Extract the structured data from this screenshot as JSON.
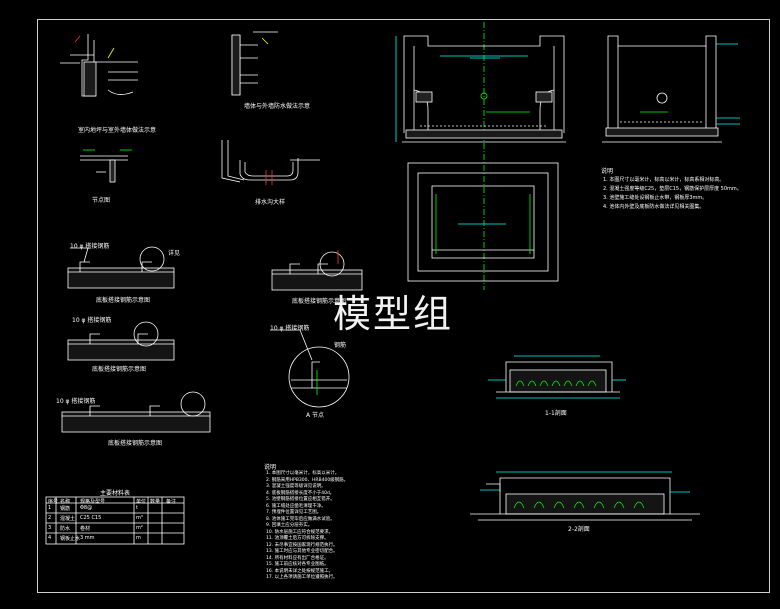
{
  "watermark": "模型组",
  "labels": {
    "wall_detail": "室内地坪与室外墙体做法示意",
    "wall_detail2": "墙体与外墙防水做法示意",
    "detail_plan": "节点图",
    "drain": "排水沟大样",
    "bar1": "10 φ 搭接钢筋",
    "bar1_tag": "详见",
    "bar2": "10 φ 搭接钢筋",
    "bar3": "10 φ 搭接钢筋",
    "sec1": "底板搭接钢筋示意图",
    "sec2": "底板搭接钢筋示意图",
    "sec3": "底板搭接钢筋示意图",
    "sec4": "底板搭接钢筋示意图",
    "circle_title": "A 节点",
    "circle_bar": "10 φ 搭接钢筋",
    "circle_tag": "钢筋",
    "notes_title": "说明",
    "left_notes_title": "说明",
    "table_title": "主要材料表",
    "elev_label": "1-1剖面",
    "sect_label": "2-2剖面"
  },
  "table": {
    "headers": [
      "序号",
      "名称",
      "规格及型号",
      "单位",
      "数量",
      "备注"
    ],
    "rows": [
      [
        "1",
        "钢筋",
        "Φ8@",
        "t",
        "",
        ""
      ],
      [
        "2",
        "混凝土",
        "C25 C15",
        "m³",
        "",
        ""
      ],
      [
        "3",
        "防水",
        "卷材",
        "m²",
        "",
        ""
      ],
      [
        "4",
        "钢板止水",
        "3 mm",
        "m",
        "",
        ""
      ]
    ]
  },
  "right_notes": [
    "1. 本图尺寸以毫米计，标高以米计，标高系相对标高。",
    "2. 混凝土强度等级C25，垫层C15，钢筋保护层厚度 50mm。",
    "3. 池壁施工缝处设钢板止水带，钢板厚3mm。",
    "4. 池体内外壁及底板防水做法详见相关图集。"
  ],
  "left_notes": [
    "1. 本图尺寸以毫米计，标高以米计。",
    "2. 钢筋采用HPB300、HRB400级钢筋。",
    "3. 混凝土强度等级详见说明。",
    "4. 底板钢筋搭接长度不小于40d。",
    "5. 池壁钢筋搭接位置应相互错开。",
    "6. 施工缝处应凿毛清理干净。",
    "7. 预埋件位置详见工艺图。",
    "8. 池体施工完毕后应做满水试验。",
    "9. 回填土应分层夯实。",
    "10. 防水层施工应符合规范要求。",
    "11. 池顶覆土后方可拆除支撑。",
    "12. 未尽事宜按国家现行规范执行。",
    "13. 施工时应与其他专业密切配合。",
    "14. 所有材料应有出厂合格证。",
    "15. 施工前应核对各专业图纸。",
    "16. 本说明未详之处按规范施工。",
    "17. 以上各项请施工单位遵照执行。"
  ]
}
